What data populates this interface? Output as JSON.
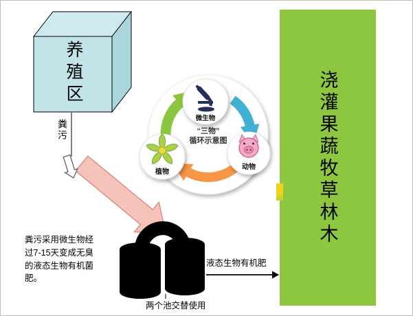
{
  "diagram": {
    "breeding_area_label": "养殖区",
    "manure_label": "粪污",
    "process_note": "粪污采用微生物经\n过7-15天变成无臭\n的液态生物有机菌\n肥。",
    "fertilizer_label": "液态生物有机肥",
    "tanks_caption": "两个池交替使用",
    "irrigation_label": "浇灌果蔬牧草林木"
  },
  "cycle": {
    "title_line1": "“三物”",
    "title_line2": "循环示意图",
    "nodes": {
      "microbe": "微生物",
      "animal": "动物",
      "plant": "植物"
    }
  },
  "colors": {
    "irrigation_panel": "#8dc63f",
    "box_front": "#c2e4e9",
    "box_top": "#cfeaee",
    "box_side": "#a9d5dc",
    "flow_arrow": "#f6c3ba",
    "flow_arrow_edge": "#d98f85",
    "cycle_arrow_green": "#8cc63f",
    "cycle_arrow_blue": "#41b0d5",
    "cycle_arrow_orange": "#f79646",
    "tank_black": "#000000"
  }
}
